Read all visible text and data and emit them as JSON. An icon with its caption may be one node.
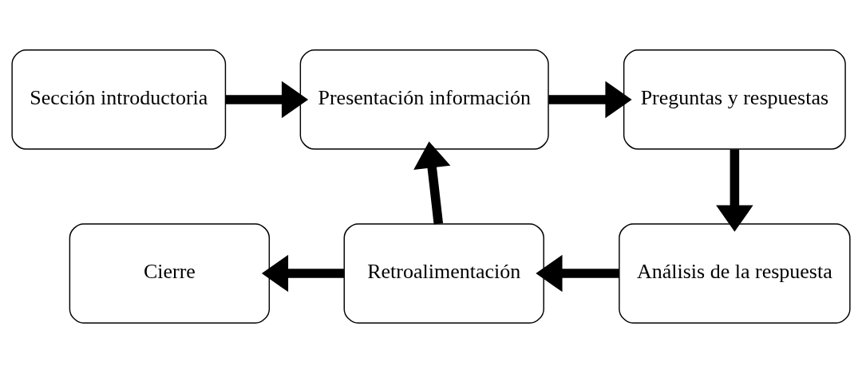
{
  "diagram": {
    "nodes": [
      {
        "text": [
          "Sección introductoria"
        ]
      },
      {
        "text": [
          "Presentación información"
        ]
      },
      {
        "text": [
          "Preguntas y respuestas"
        ]
      },
      {
        "text": [
          "Análisis de la respuesta"
        ]
      },
      {
        "text": [
          "Retroalimentación"
        ]
      },
      {
        "text": [
          "Cierre"
        ]
      }
    ],
    "edges": [
      {
        "from": 0,
        "to": 1,
        "arrow": "to"
      },
      {
        "from": 1,
        "to": 2,
        "arrow": "to"
      },
      {
        "from": 2,
        "to": 3,
        "arrow": "to"
      },
      {
        "from": 3,
        "to": 4,
        "arrow": "to"
      },
      {
        "from": 4,
        "to": 1,
        "arrow": "to"
      },
      {
        "from": 4,
        "to": 5,
        "arrow": "to"
      }
    ]
  }
}
